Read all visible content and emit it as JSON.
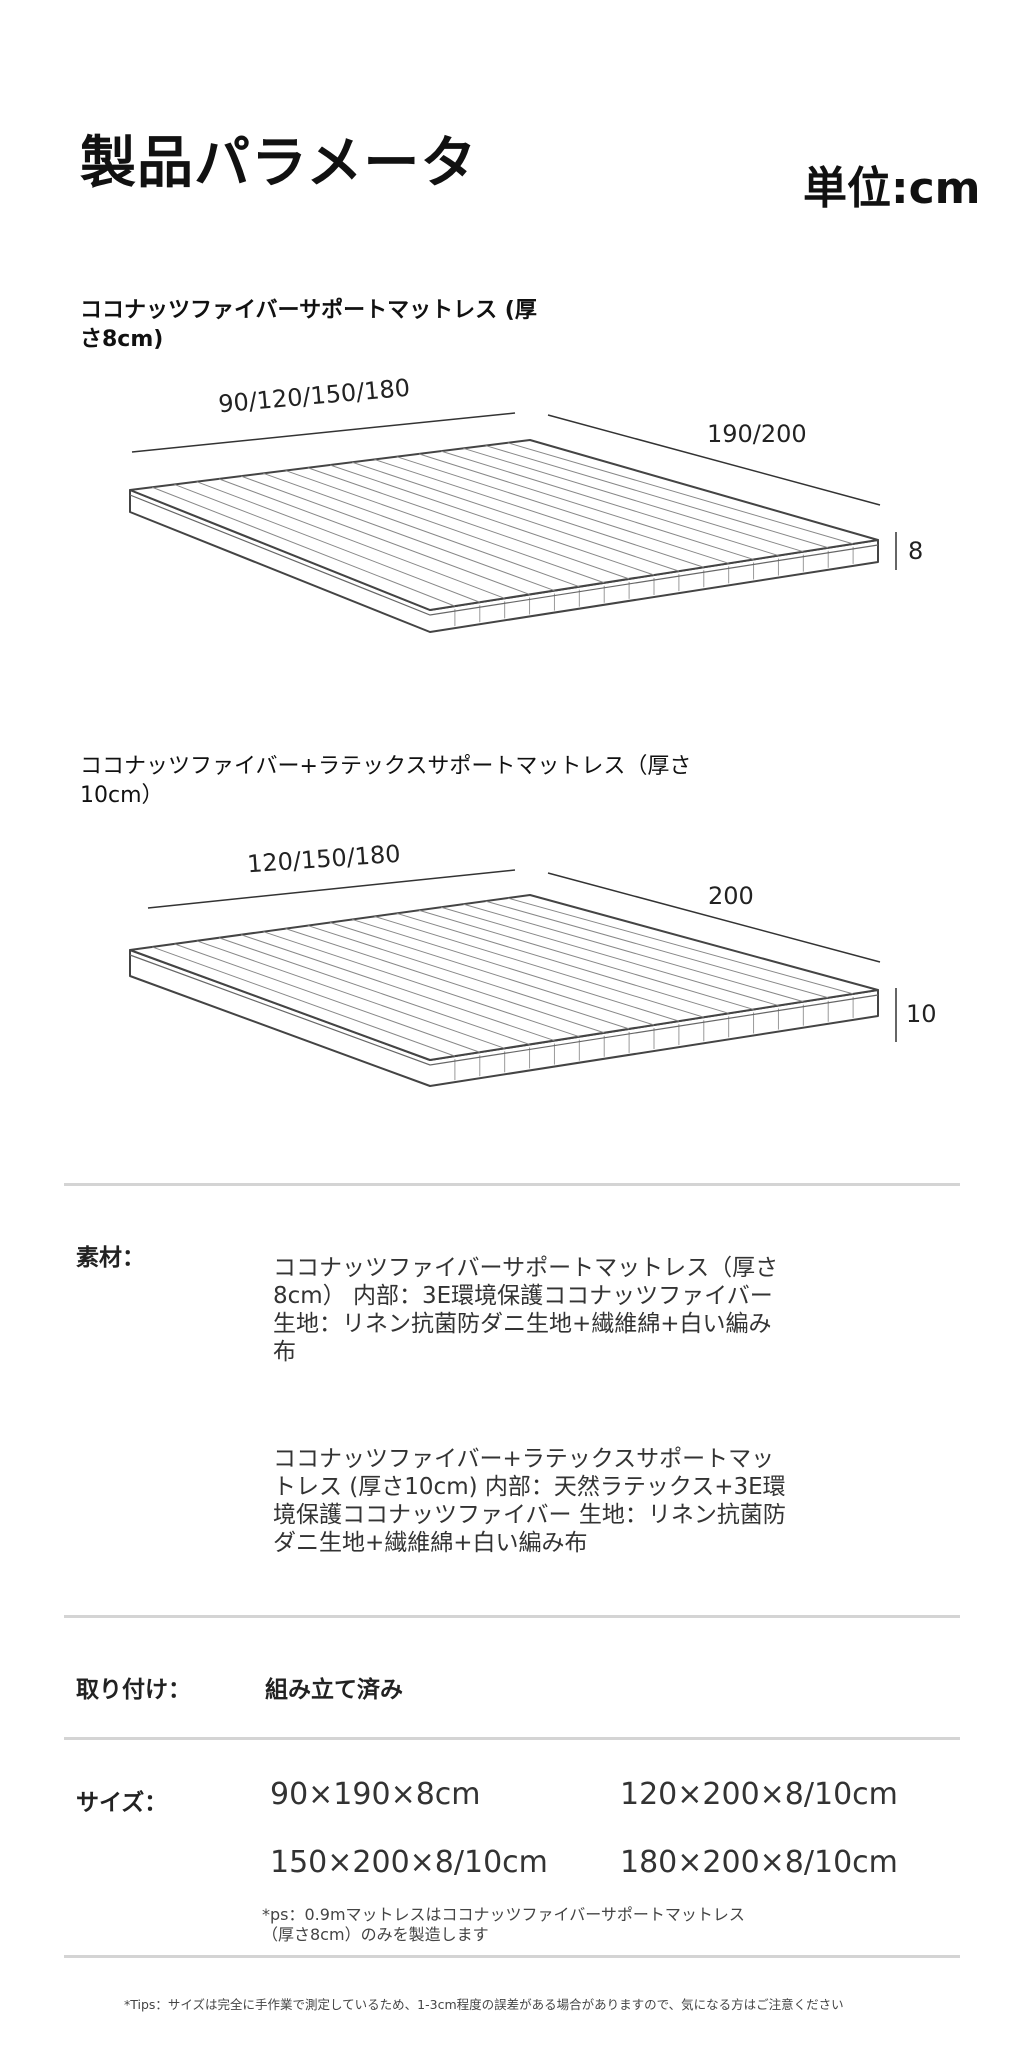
{
  "header": {
    "title": "製品パラメータ",
    "unit": "単位:cm"
  },
  "products": [
    {
      "name": "ココナッツファイバーサポートマットレス (厚さ8cm)",
      "width_label": "90/120/150/180",
      "length_label": "190/200",
      "height_label": "8"
    },
    {
      "name": "ココナッツファイバー+ラテックスサポートマットレス（厚さ10cm）",
      "width_label": "120/150/180",
      "length_label": "200",
      "height_label": "10"
    }
  ],
  "materials": {
    "label": "素材：",
    "items": [
      "ココナッツファイバーサポートマットレス（厚さ8cm） 内部：3E環境保護ココナッツファイバー 生地：リネン抗菌防ダニ生地+繊維綿+白い編み布",
      "ココナッツファイバー+ラテックスサポートマットレス (厚さ10cm) 内部：天然ラテックス+3E環境保護ココナッツファイバー 生地：リネン抗菌防ダニ生地+繊維綿+白い編み布"
    ]
  },
  "installation": {
    "label": "取り付け：",
    "value": "組み立て済み"
  },
  "sizes": {
    "label": "サイズ：",
    "items": [
      "90×190×8cm",
      "120×200×8/10cm",
      "150×200×8/10cm",
      "180×200×8/10cm"
    ],
    "note": "*ps：0.9mマットレスはココナッツファイバーサポートマットレス（厚さ8cm）のみを製造します"
  },
  "tips": "*Tips：サイズは完全に手作業で測定しているため、1-3cm程度の誤差がある場合がありますので、気になる方はご注意ください"
}
